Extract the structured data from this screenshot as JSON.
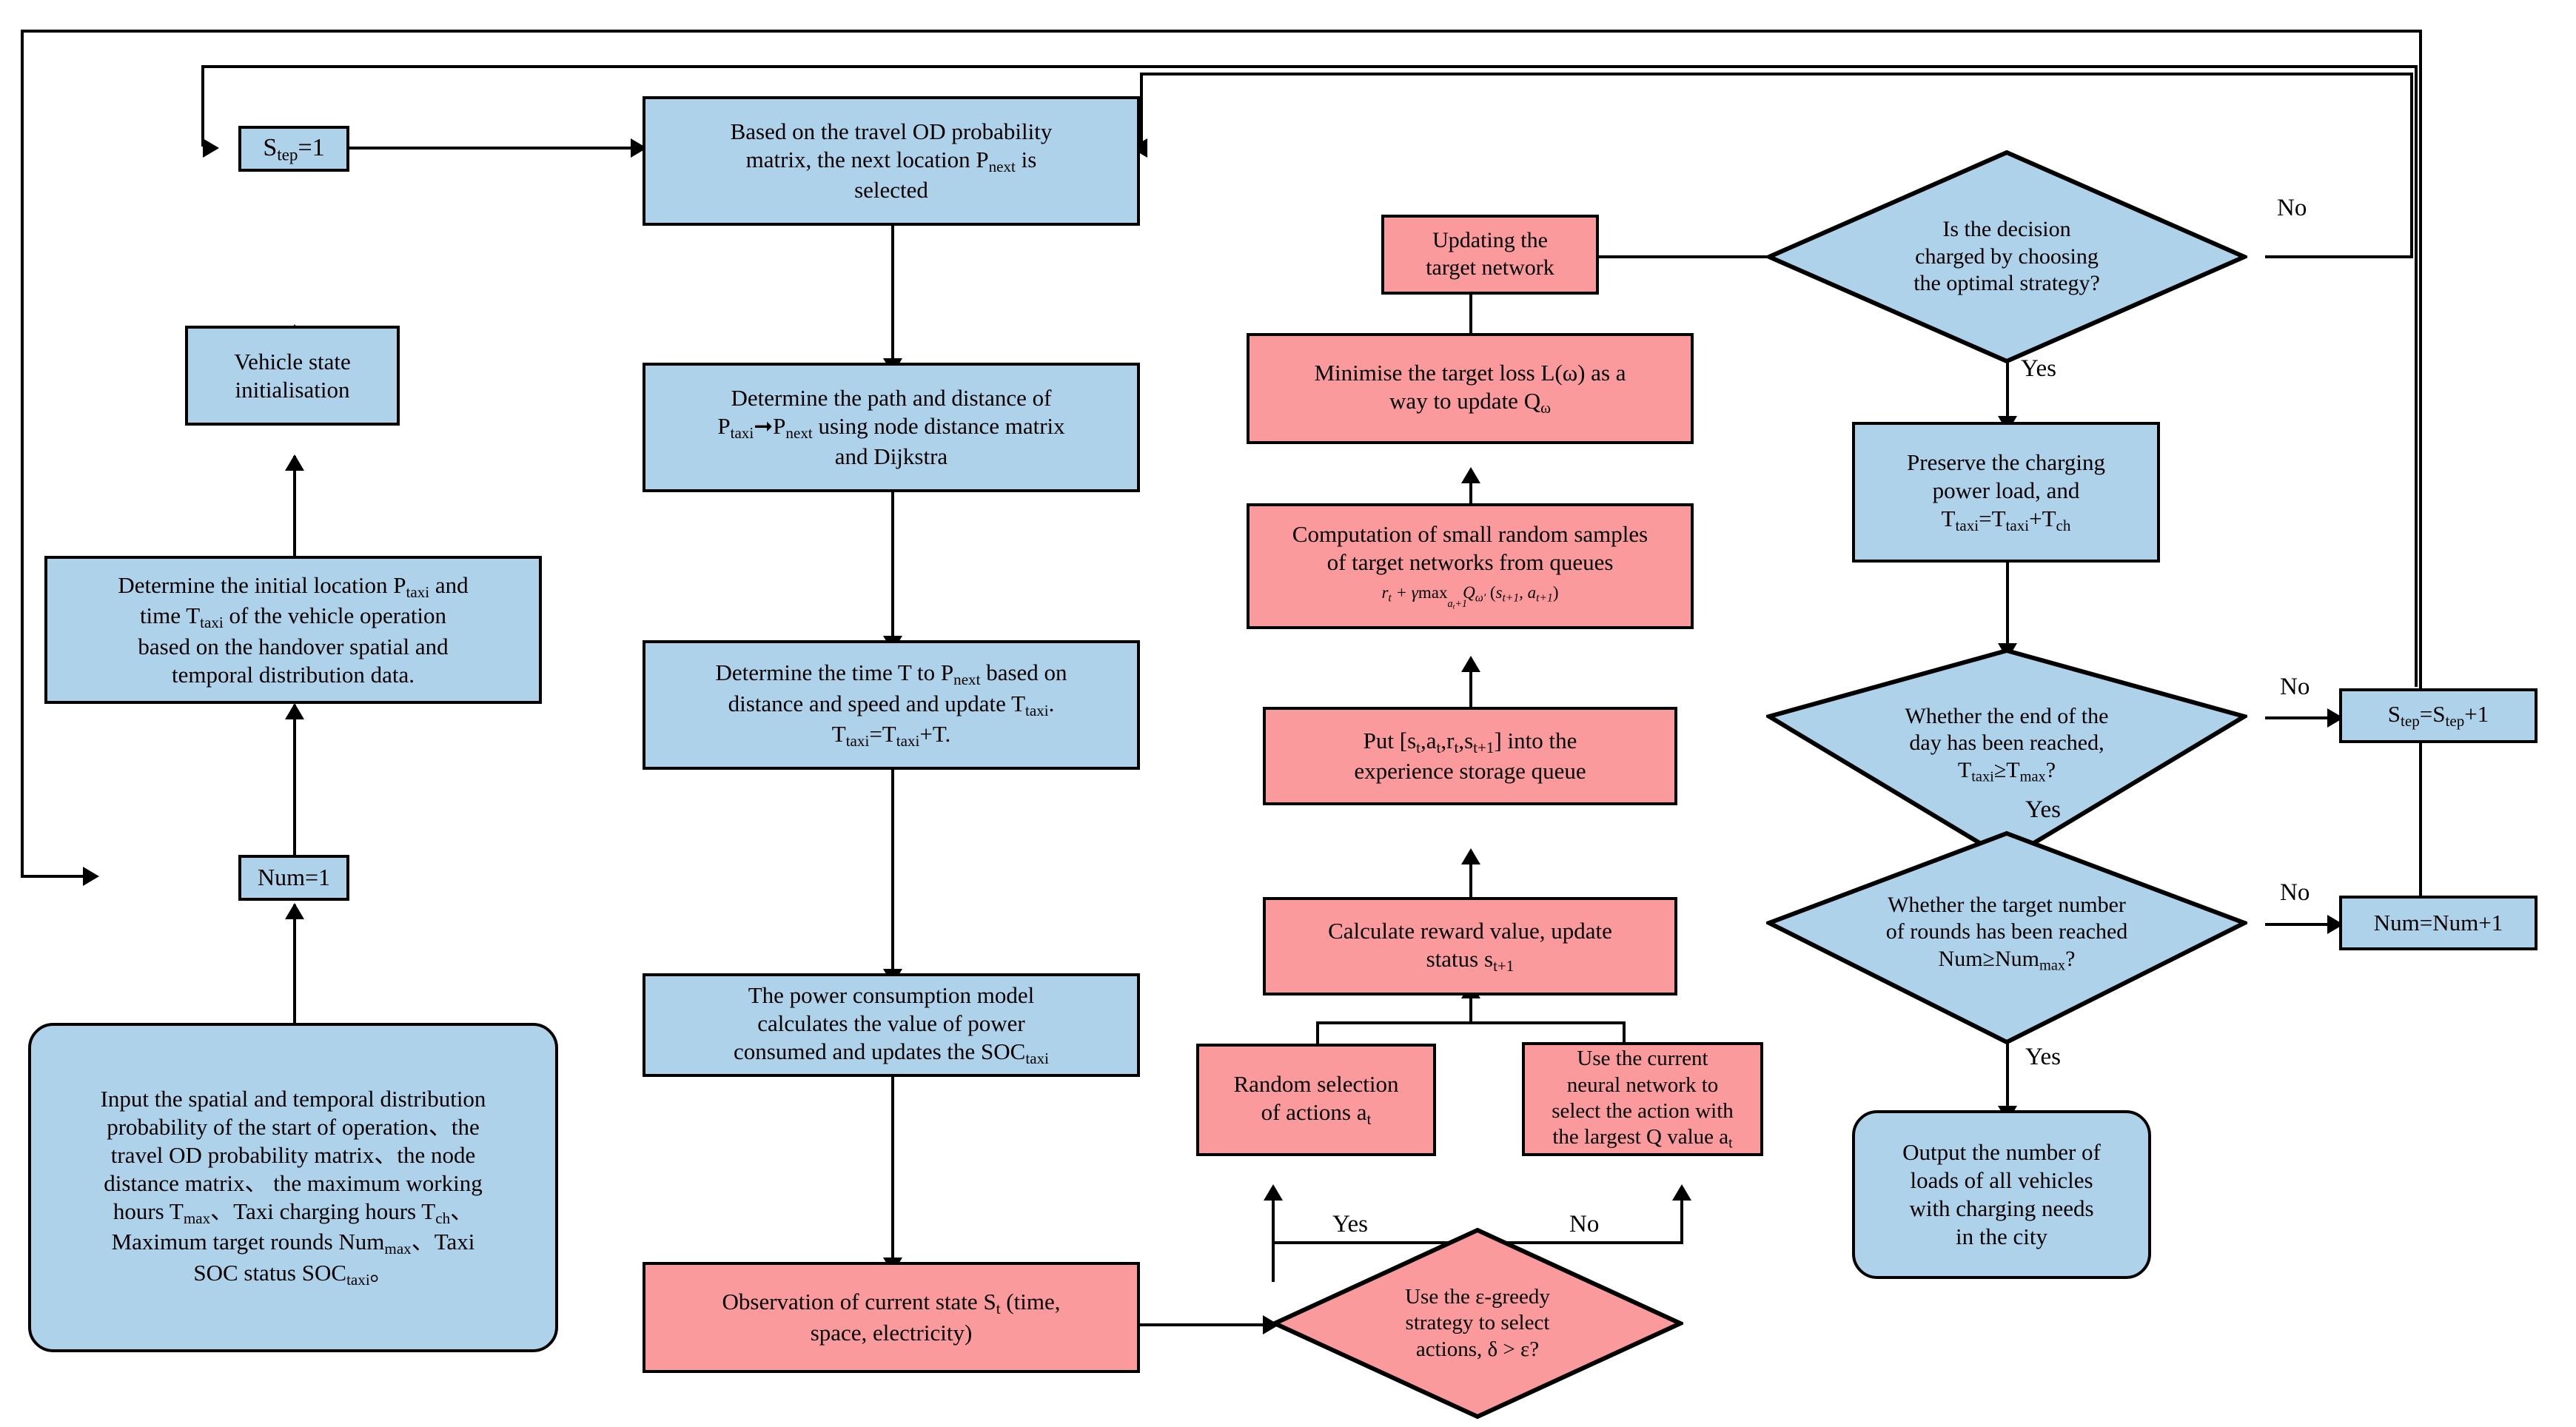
{
  "diagram": {
    "title": "Electric taxi charging load simulation flowchart (DQN based)",
    "colors": {
      "blue_fill": "#aed2ea",
      "red_fill": "#fb9a9c",
      "stroke": "#000000",
      "background": "#ffffff"
    }
  },
  "nodes": {
    "step_init": {
      "label": "Step=1",
      "shape": "rect",
      "fill": "blue"
    },
    "vehicle_state_init": {
      "label": "Vehicle state initialisation",
      "shape": "rect",
      "fill": "blue"
    },
    "determine_initial": {
      "label": "Determine the initial location Ptaxi and time Ttaxi of the vehicle operation based on the handover spatial and temporal distribution data.",
      "shape": "rect",
      "fill": "blue"
    },
    "num_init": {
      "label": "Num=1",
      "shape": "rect",
      "fill": "blue"
    },
    "input_params": {
      "label": "Input the spatial and temporal distribution probability of the start of operation、the travel OD probability matrix、the node distance matrix、 the maximum working hours Tmax、Taxi charging hours Tch、Maximum target rounds Nummax、Taxi SOC status SOCtaxi。",
      "shape": "rounded",
      "fill": "blue"
    },
    "select_next_location": {
      "label": "Based on the travel OD probability matrix, the next location Pnext is selected",
      "shape": "rect",
      "fill": "blue"
    },
    "determine_path": {
      "label": "Determine the path and distance of Ptaxi→Pnext using node distance matrix and Dijkstra",
      "shape": "rect",
      "fill": "blue"
    },
    "determine_time": {
      "label": "Determine the time T to Pnext based on distance and speed and update Ttaxi. Ttaxi=Ttaxi+T.",
      "shape": "rect",
      "fill": "blue"
    },
    "power_model": {
      "label": "The power consumption model calculates the value of power consumed and updates the SOCtaxi",
      "shape": "rect",
      "fill": "blue"
    },
    "observation_state": {
      "label": "Observation of current state St (time, space, electricity)",
      "shape": "rect",
      "fill": "red"
    },
    "epsilon_greedy": {
      "label": "Use the ε-greedy strategy to select actions, δ > ε?",
      "shape": "diamond",
      "fill": "red"
    },
    "random_action": {
      "label": "Random selection of actions at",
      "shape": "rect",
      "fill": "red"
    },
    "nn_action": {
      "label": "Use the current neural network to select the action with the largest Q value at",
      "shape": "rect",
      "fill": "red"
    },
    "calc_reward": {
      "label": "Calculate reward value, update status st+1",
      "shape": "rect",
      "fill": "red"
    },
    "store_experience": {
      "label": "Put [st,at,rt,st+1] into the experience storage queue",
      "shape": "rect",
      "fill": "red"
    },
    "sample_targets": {
      "label": "Computation of small random samples of target networks from queues",
      "formula": "rt + γ max Qω′ (st+1 , at+1)",
      "formula_sub": "at+1",
      "shape": "rect",
      "fill": "red"
    },
    "minimise_loss": {
      "label": "Minimise the target loss L(ω) as a way to update Qω",
      "shape": "rect",
      "fill": "red"
    },
    "update_target_net": {
      "label": "Updating the target network",
      "shape": "rect",
      "fill": "red"
    },
    "decision_charged": {
      "label": "Is the decision charged by choosing the optimal strategy?",
      "shape": "diamond",
      "fill": "blue"
    },
    "preserve_load": {
      "label": "Preserve the charging power load, and Ttaxi=Ttaxi+Tch",
      "shape": "rect",
      "fill": "blue"
    },
    "end_of_day": {
      "label": "Whether the end of the day has been reached, Ttaxi ≥ Tmax?",
      "shape": "diamond",
      "fill": "blue"
    },
    "step_increment": {
      "label": "Step=Step+1",
      "shape": "rect",
      "fill": "blue"
    },
    "target_rounds": {
      "label": "Whether the target number of rounds has been reached Num ≥ Nummax?",
      "shape": "diamond",
      "fill": "blue"
    },
    "num_increment": {
      "label": "Num=Num+1",
      "shape": "rect",
      "fill": "blue"
    },
    "output_loads": {
      "label": "Output the number of loads of all vehicles with charging needs in the city",
      "shape": "rounded",
      "fill": "blue"
    }
  },
  "edge_labels": {
    "charged_no": "No",
    "charged_yes": "Yes",
    "end_of_day_no": "No",
    "end_of_day_yes": "Yes",
    "rounds_no": "No",
    "rounds_yes": "Yes",
    "greedy_yes": "Yes",
    "greedy_no": "No"
  },
  "text": {
    "step_init": "S<sub>tep</sub>=1",
    "vehicle_state_init": "Vehicle state<br>initialisation",
    "determine_initial": "Determine the initial location P<sub>taxi</sub> and<br>time T<sub>taxi</sub> of the vehicle operation<br>based on the handover spatial and<br>temporal distribution data.",
    "num_init": "Num=1",
    "input_params": "Input the spatial and temporal distribution<br>probability of the start of operation、the<br>travel OD probability matrix、the node<br>distance matrix、 the maximum working<br>hours T<sub>max</sub>、Taxi charging hours T<sub>ch</sub>、<br>Maximum target rounds Num<sub>max</sub>、Taxi<br>SOC status SOC<sub>taxi</sub>。",
    "select_next_location": "Based on the travel OD probability<br>matrix, the next location P<sub>next</sub> is<br>selected",
    "determine_path": "Determine the path and distance of<br>P<sub>taxi</sub>➞P<sub>next</sub> using node distance matrix<br>and Dijkstra",
    "determine_time": "Determine the time T to P<sub>next</sub> based on<br>distance and speed and update T<sub>taxi</sub>.<br>T<sub>taxi</sub>=T<sub>taxi</sub>+T.",
    "power_model": "The power consumption model<br>calculates the value of power<br>consumed and updates the SOC<sub>taxi</sub>",
    "observation_state": "Observation of current state S<sub>t</sub> (time,<br>space, electricity)",
    "epsilon_greedy": "Use the ε-greedy<br>strategy to select<br>actions, δ &gt; ε?",
    "random_action": "Random selection<br>of actions a<sub>t</sub>",
    "nn_action": "Use the current<br>neural network to<br>select the action with<br>the largest Q value a<sub>t</sub>",
    "calc_reward": "Calculate reward value, update<br>status s<sub>t+1</sub>",
    "store_experience": "Put [s<sub>t</sub>,a<sub>t</sub>,r<sub>t</sub>,s<sub>t+1</sub>] into the<br>experience storage queue",
    "sample_targets": "Computation of small random samples<br>of target networks from queues",
    "minimise_loss": "Minimise the target loss L(ω) as a<br>way to update Q<sub>ω</sub>",
    "update_target_net": "Updating the<br>target network",
    "decision_charged": "Is the decision<br>charged by choosing<br>the optimal strategy?",
    "preserve_load": "Preserve the charging<br>power load, and<br>T<sub>taxi</sub>=T<sub>taxi</sub>+T<sub>ch</sub>",
    "end_of_day": "Whether the end of the<br>day has been reached,<br>T<sub>taxi</sub>≥T<sub>max</sub>?",
    "step_increment": "S<sub>tep</sub>=S<sub>tep</sub>+1",
    "target_rounds": "Whether the target number<br>of rounds has been reached<br>Num≥Num<sub>max</sub>?",
    "num_increment": "Num=Num+1",
    "output_loads": "Output the number of<br>loads of all vehicles<br>with charging needs<br>in the city"
  }
}
